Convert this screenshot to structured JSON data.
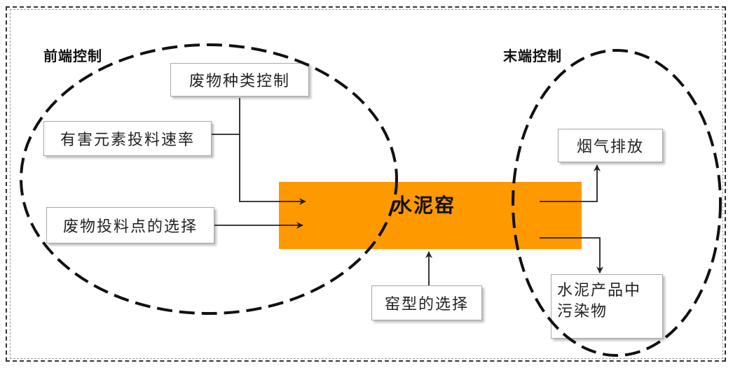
{
  "diagram": {
    "front_label": "前端控制",
    "end_label": "末端控制",
    "kiln_label": "水泥窑",
    "nodes": {
      "waste_type": "废物种类控制",
      "harmful_rate": "有害元素投料速率",
      "feed_point": "废物投料点的选择",
      "kiln_type": "窑型的选择",
      "flue_gas": "烟气排放",
      "product_pollutant": "水泥产品中污染物"
    },
    "colors": {
      "kiln_fill": "#ff9900",
      "box_border": "#a8a8a8",
      "ellipse_stroke": "#111111"
    }
  }
}
